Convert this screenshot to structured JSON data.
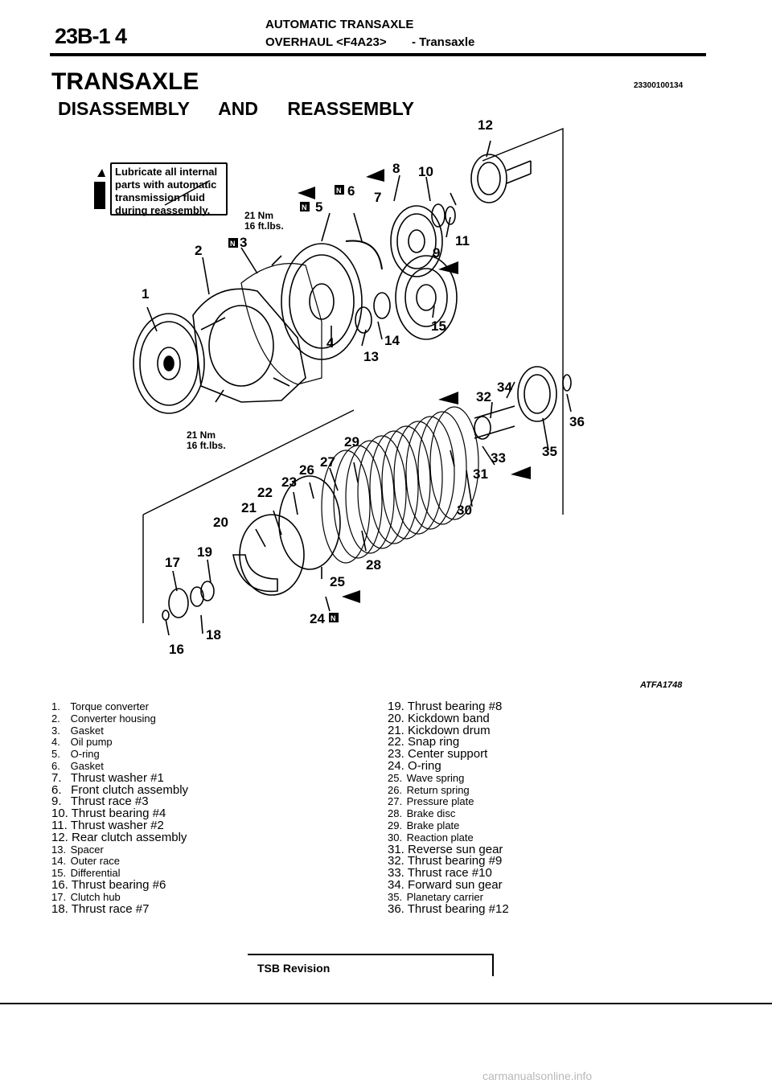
{
  "header": {
    "code": "23B-1 4",
    "line1": "AUTOMATIC TRANSAXLE",
    "line2": "OVERHAUL <F4A23>",
    "section": "- Transaxle"
  },
  "title": "TRANSAXLE",
  "subtitle": "DISASSEMBLY AND REASSEMBLY",
  "figure_id": "23300100134",
  "figure_code": "ATFA1748",
  "note": {
    "lines": [
      "Lubricate all internal",
      "parts with automatic",
      "transmission fluid",
      "during reassembly."
    ]
  },
  "torque": {
    "upper": {
      "nm": "21 Nm",
      "ftlbs": "16 ft.lbs."
    },
    "lower": {
      "nm": "21 Nm",
      "ftlbs": "16 ft.lbs."
    }
  },
  "callouts": [
    "1",
    "2",
    "3",
    "4",
    "5",
    "6",
    "7",
    "8",
    "9",
    "10",
    "11",
    "12",
    "13",
    "14",
    "15",
    "16",
    "17",
    "18",
    "19",
    "20",
    "21",
    "22",
    "23",
    "24",
    "25",
    "26",
    "27",
    "28",
    "29",
    "30",
    "31",
    "32",
    "33",
    "34",
    "35",
    "36"
  ],
  "legend_left": [
    {
      "n": "1.",
      "t": "Torque converter"
    },
    {
      "n": "2.",
      "t": "Converter housing"
    },
    {
      "n": "3.",
      "t": "Gasket"
    },
    {
      "n": "4.",
      "t": "Oil pump"
    },
    {
      "n": "5.",
      "t": "O-ring"
    },
    {
      "n": "6.",
      "t": "Gasket"
    },
    {
      "n": "7.",
      "t": "Thrust washer #1"
    },
    {
      "n": "6.",
      "t": "Front clutch assembly"
    },
    {
      "n": "9.",
      "t": "Thrust race #3"
    },
    {
      "n": "10.",
      "t": "Thrust bearing #4"
    },
    {
      "n": "11.",
      "t": "Thrust washer #2"
    },
    {
      "n": "12.",
      "t": "Rear clutch assembly"
    },
    {
      "n": "13.",
      "t": "Spacer"
    },
    {
      "n": "14.",
      "t": "Outer race"
    },
    {
      "n": "15.",
      "t": "Differential"
    },
    {
      "n": "16.",
      "t": "Thrust bearing #6"
    },
    {
      "n": "17.",
      "t": "Clutch hub"
    },
    {
      "n": "18.",
      "t": "Thrust race #7"
    }
  ],
  "legend_right": [
    {
      "n": "19.",
      "t": "Thrust bearing #8"
    },
    {
      "n": "20.",
      "t": "Kickdown band"
    },
    {
      "n": "21.",
      "t": "Kickdown drum"
    },
    {
      "n": "22.",
      "t": "Snap ring"
    },
    {
      "n": "23.",
      "t": "Center support"
    },
    {
      "n": "24.",
      "t": "O-ring"
    },
    {
      "n": "25.",
      "t": "Wave spring"
    },
    {
      "n": "26.",
      "t": "Return spring"
    },
    {
      "n": "27.",
      "t": "Pressure plate"
    },
    {
      "n": "28.",
      "t": "Brake disc"
    },
    {
      "n": "29.",
      "t": "Brake plate"
    },
    {
      "n": "30.",
      "t": "Reaction plate"
    },
    {
      "n": "31.",
      "t": "Reverse sun gear"
    },
    {
      "n": "32.",
      "t": "Thrust bearing #9"
    },
    {
      "n": "33.",
      "t": "Thrust race #10"
    },
    {
      "n": "34.",
      "t": "Forward sun gear"
    },
    {
      "n": "35.",
      "t": "Planetary carrier"
    },
    {
      "n": "36.",
      "t": "Thrust bearing #12"
    }
  ],
  "footer": {
    "tsb": "TSB Revision",
    "watermark": "carmanualsonline.info"
  }
}
